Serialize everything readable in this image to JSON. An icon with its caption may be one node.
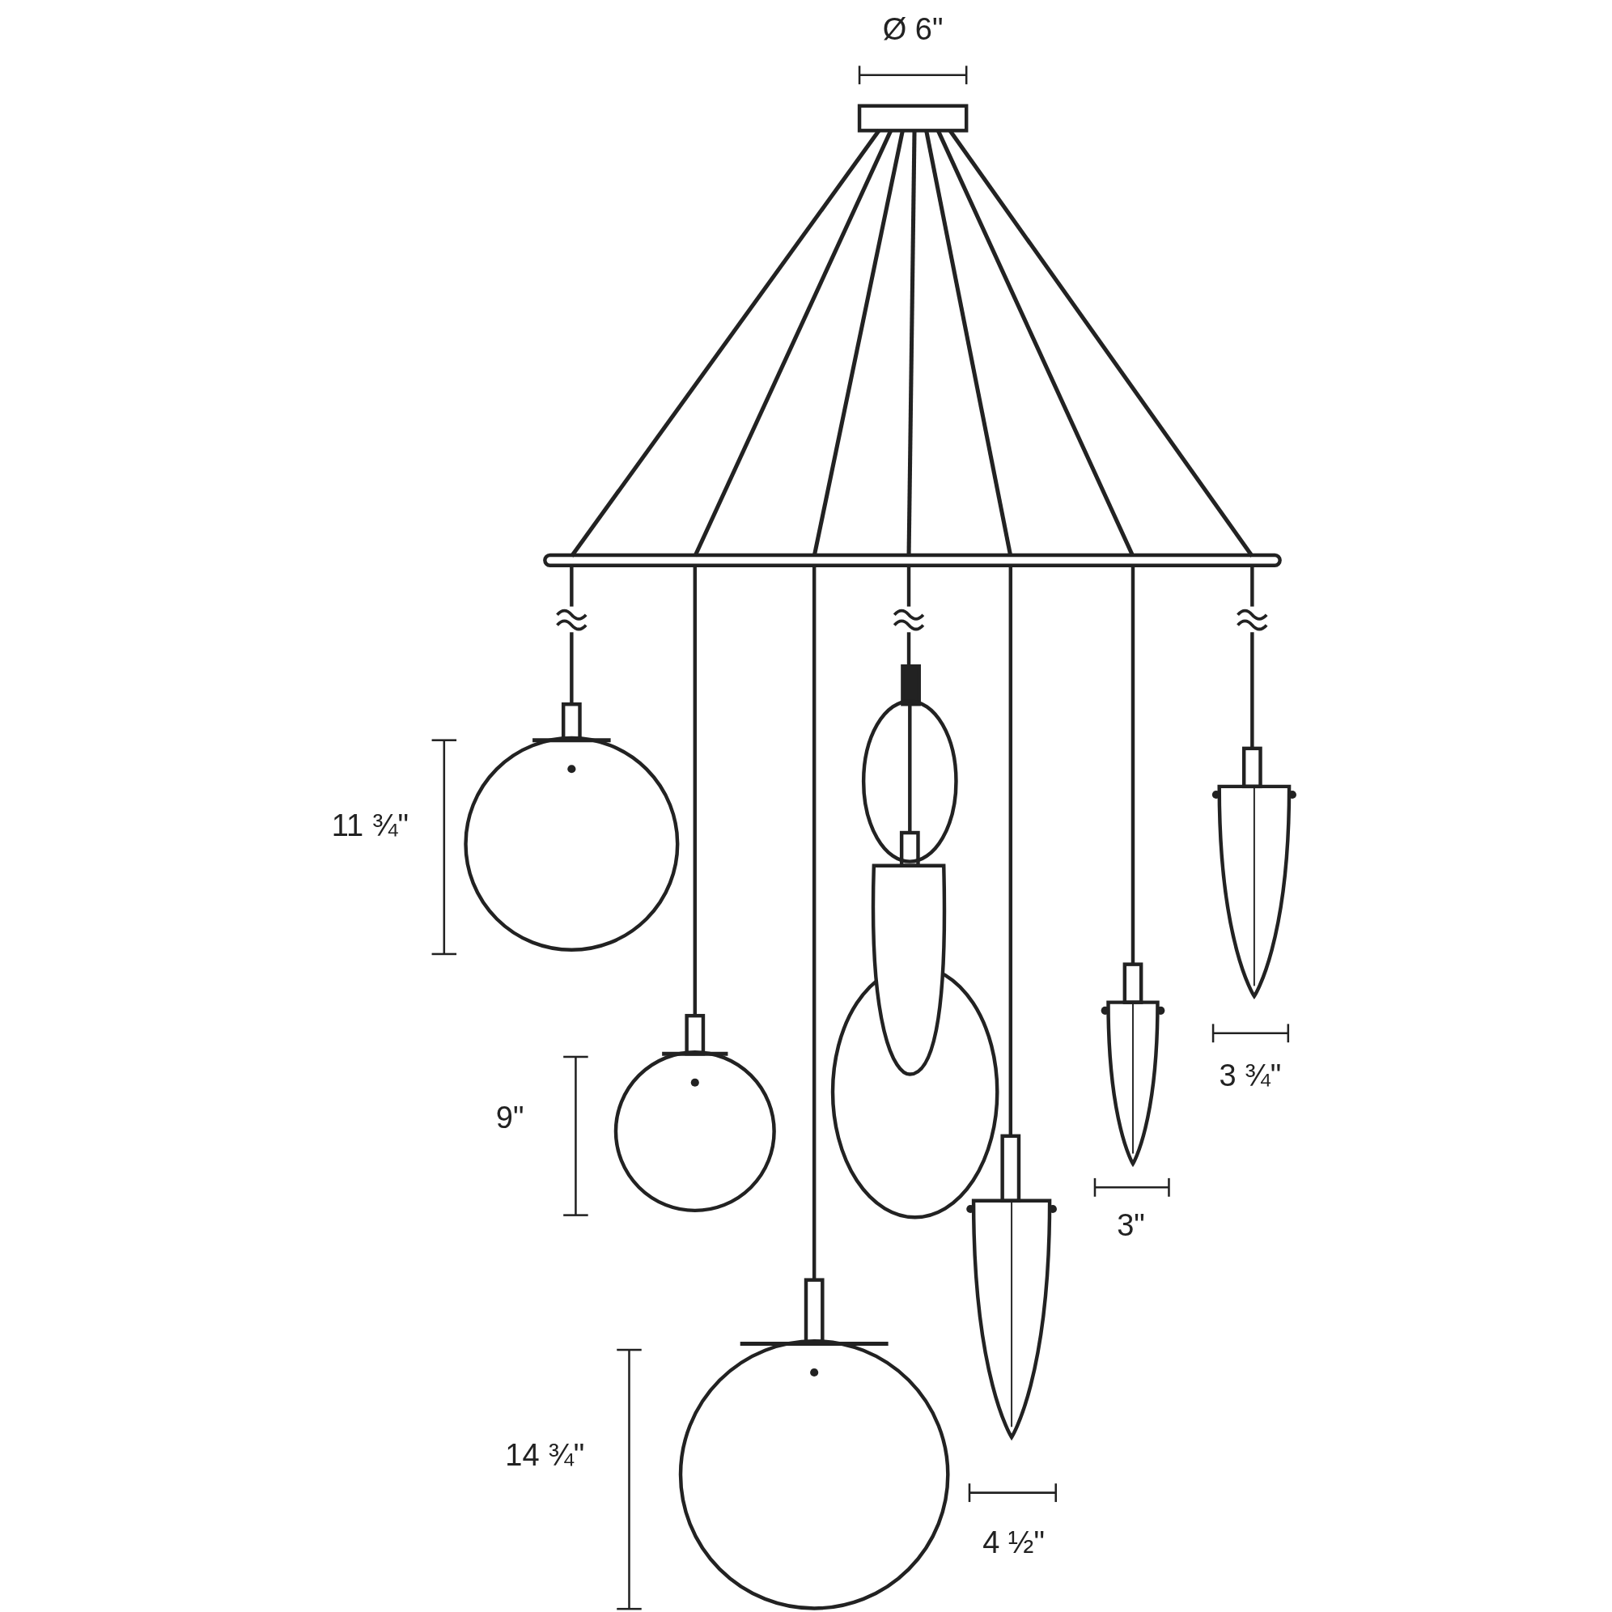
{
  "diagram": {
    "labels": [
      "Ø 6\"",
      "11 ¾\"",
      "3 ¾\"",
      "9\"",
      "3\"",
      "14 ¾\"",
      "4 ½\""
    ]
  }
}
